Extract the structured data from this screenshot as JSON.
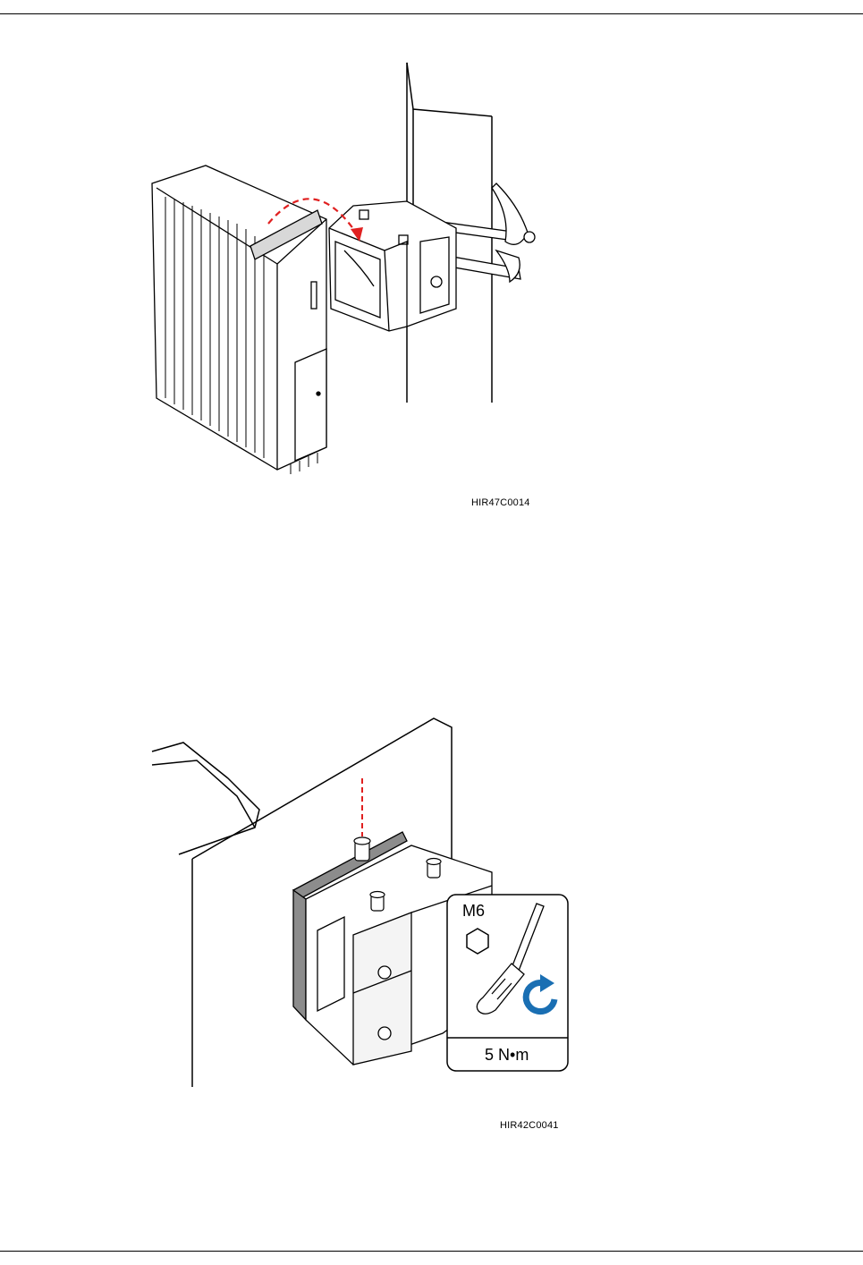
{
  "figures": [
    {
      "id": "HIR47C0014"
    },
    {
      "id": "HIR42C0041",
      "callout": {
        "screw": "M6",
        "torque": "5 N•m",
        "tool_icon": "hex-screwdriver-icon",
        "rotation_icon": "clockwise-arrow-icon"
      }
    }
  ],
  "colors": {
    "arrow": "#e02020",
    "rotation": "#1a6fb3",
    "line": "#000000",
    "shade": "#8c8c8c"
  }
}
